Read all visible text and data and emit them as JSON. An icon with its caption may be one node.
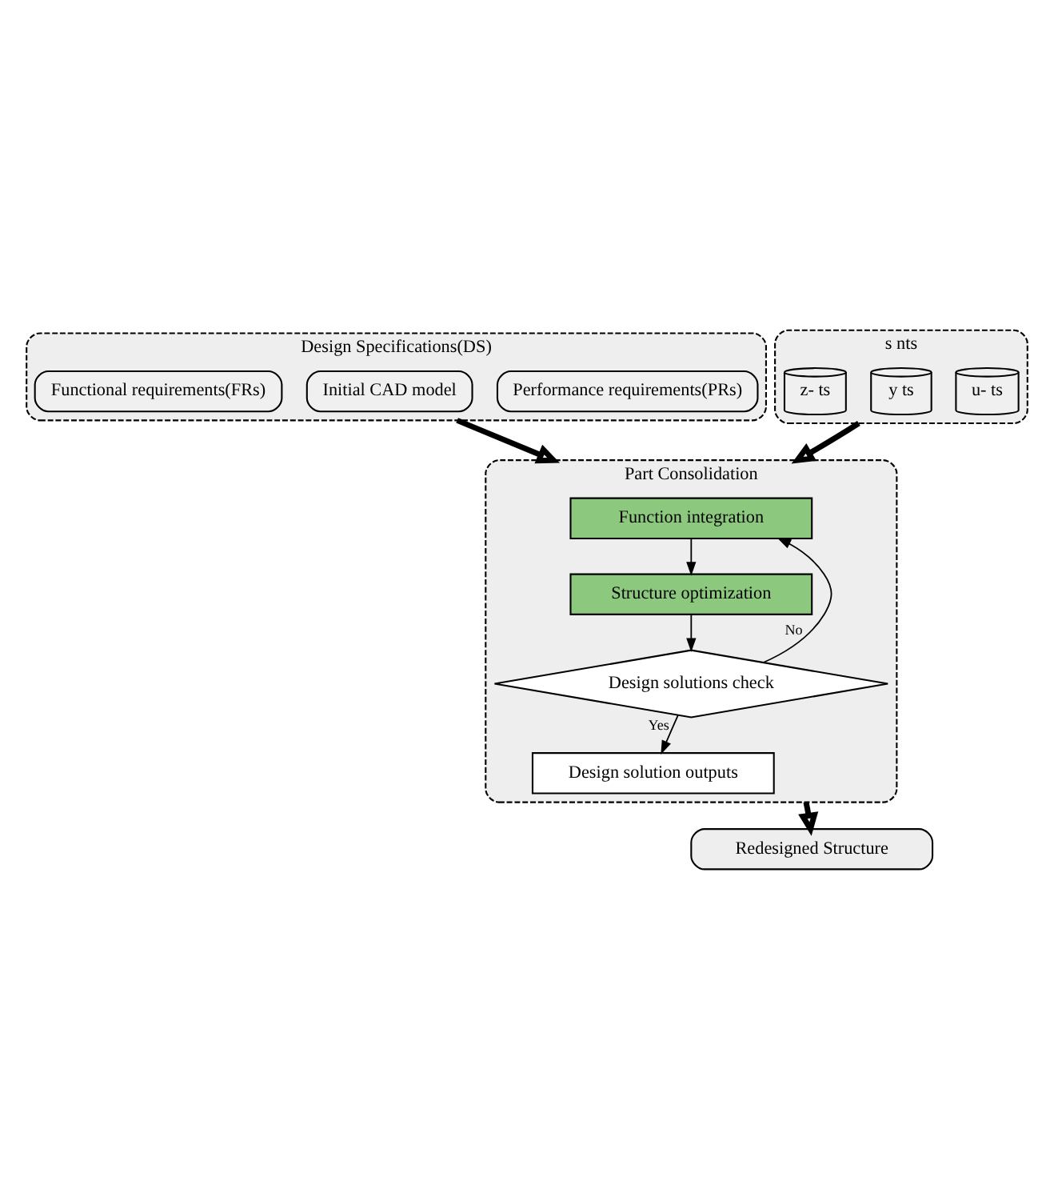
{
  "diagram": {
    "nodes": [
      {
        "text": [
          "Design Specifications(DS)"
        ]
      },
      {
        "text": [
          "Performance requirements(PRs)"
        ],
        "in": 0
      },
      {
        "text": [
          "Initial CAD model"
        ],
        "in": 0
      },
      {
        "text": [
          "Functional requirements(FRs)"
        ],
        "in": 0
      },
      {
        "text": [
          "s nts"
        ]
      },
      {
        "text": [
          "u- ts"
        ],
        "in": 4
      },
      {
        "text": [
          "y ts"
        ],
        "in": 4
      },
      {
        "text": [
          "z- ts"
        ],
        "in": 4
      },
      {
        "text": [
          "Part Consolidation"
        ]
      },
      {
        "text": [
          "Function integration"
        ],
        "in": 8
      },
      {
        "text": [
          "Structure optimization"
        ],
        "in": 8
      },
      {
        "text": [
          "Design solutions check"
        ],
        "in": 8
      },
      {
        "text": [
          "Design solution outputs"
        ],
        "in": 8
      },
      {
        "text": [
          "Redesigned Structure"
        ]
      }
    ],
    "edges": [
      {
        "from": 0,
        "to": 8,
        "arrow": "to",
        "style": "thick"
      },
      {
        "from": 4,
        "to": 8,
        "arrow": "to",
        "style": "thick"
      },
      {
        "from": 9,
        "to": 10,
        "arrow": "to"
      },
      {
        "from": 10,
        "to": 11,
        "arrow": "to"
      },
      {
        "from": 11,
        "to": 12,
        "arrow": "to",
        "label": "Yes"
      },
      {
        "from": 11,
        "to": 9,
        "arrow": "to",
        "label": "No"
      },
      {
        "from": 8,
        "to": 13,
        "arrow": "to",
        "style": "thick"
      }
    ]
  }
}
